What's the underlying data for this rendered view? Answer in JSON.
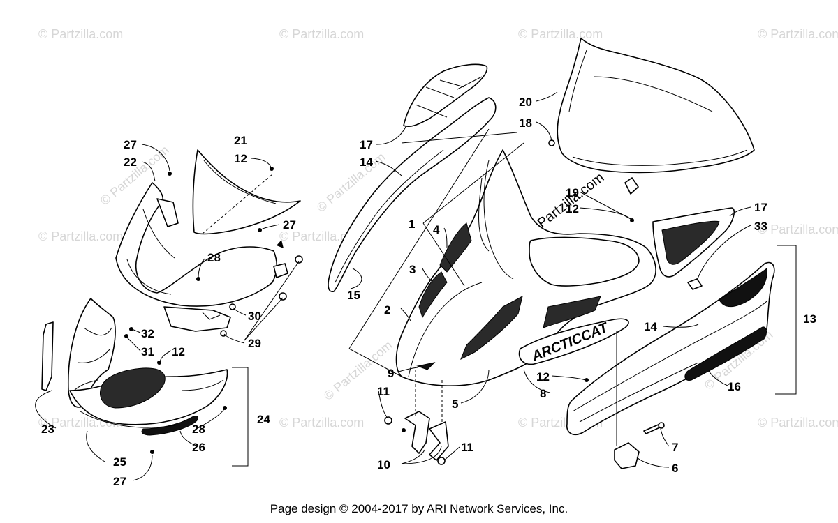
{
  "watermark": "© Partzilla.com",
  "watermark_center": "© Partzilla.com",
  "decal_text": "ARCTICCAT",
  "footer": "Page design © 2004-2017 by ARI Network Services, Inc.",
  "callouts": {
    "c1": "1",
    "c2": "2",
    "c3": "3",
    "c4": "4",
    "c5": "5",
    "c6": "6",
    "c7": "7",
    "c8": "8",
    "c9": "9",
    "c10": "10",
    "c11a": "11",
    "c11b": "11",
    "c12a": "12",
    "c12b": "12",
    "c12c": "12",
    "c12d": "12",
    "c13": "13",
    "c14a": "14",
    "c14b": "14",
    "c15": "15",
    "c16": "16",
    "c17a": "17",
    "c17b": "17",
    "c18": "18",
    "c19": "19",
    "c20": "20",
    "c21": "21",
    "c22": "22",
    "c23": "23",
    "c24": "24",
    "c25": "25",
    "c26": "26",
    "c27a": "27",
    "c27b": "27",
    "c27c": "27",
    "c28a": "28",
    "c28b": "28",
    "c29": "29",
    "c30": "30",
    "c31": "31",
    "c32": "32",
    "c33": "33"
  }
}
